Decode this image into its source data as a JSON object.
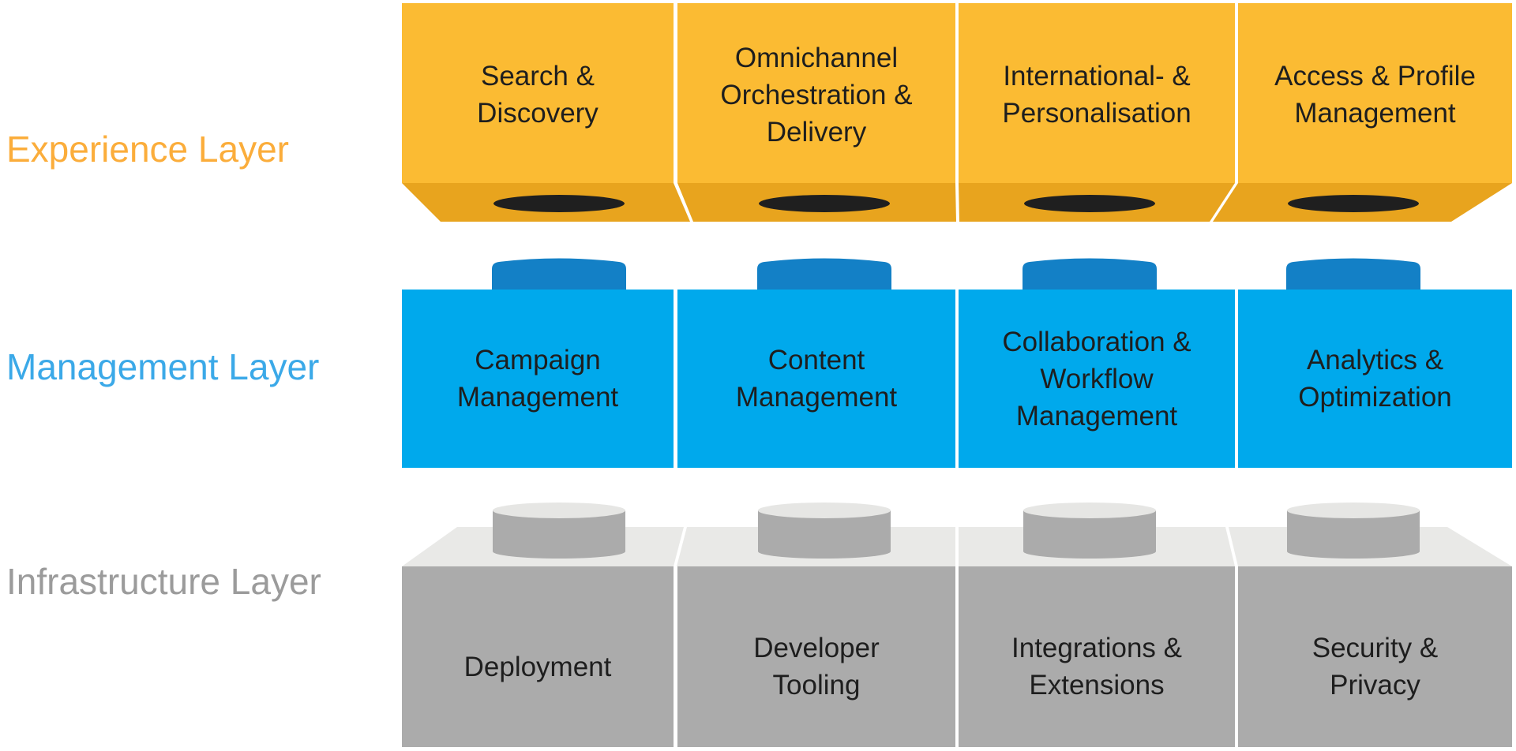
{
  "diagram": {
    "background": "#FFFFFF",
    "text_color": "#1E1E1E",
    "layers": [
      {
        "id": "experience",
        "name": "Experience Layer",
        "label_color": "#FBAD3B",
        "face_color": "#FBBB33",
        "bevel_color": "#E8A41E",
        "socket_color": "#1F1F1F",
        "bricks": [
          {
            "label": "Search &\nDiscovery"
          },
          {
            "label": "Omnichannel\nOrchestration &\nDelivery"
          },
          {
            "label": "International- &\nPersonalisation"
          },
          {
            "label": "Access & Profile\nManagement"
          }
        ]
      },
      {
        "id": "management",
        "name": "Management Layer",
        "label_color": "#3BA9E8",
        "face_color": "#00A9EC",
        "stud_color": "#1380C6",
        "bricks": [
          {
            "label": "Campaign\nManagement"
          },
          {
            "label": "Content\nManagement"
          },
          {
            "label": "Collaboration &\nWorkflow\nManagement"
          },
          {
            "label": "Analytics &\nOptimization"
          }
        ]
      },
      {
        "id": "infrastructure",
        "name": "Infrastructure Layer",
        "label_color": "#9B9B9B",
        "face_color": "#ABABAB",
        "top_color": "#E9E9E7",
        "stud_top_color": "#E6E6E4",
        "bricks": [
          {
            "label": "Deployment"
          },
          {
            "label": "Developer\nTooling"
          },
          {
            "label": "Integrations &\nExtensions"
          },
          {
            "label": "Security &\nPrivacy"
          }
        ]
      }
    ]
  }
}
